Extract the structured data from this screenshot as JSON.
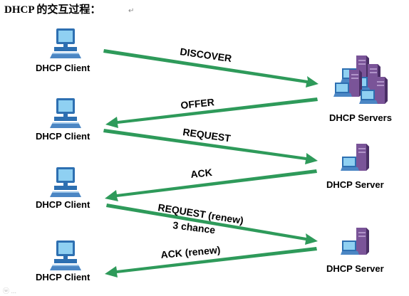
{
  "title": "DHCP 的交互过程：",
  "title_mark": "↵",
  "watermark": "ⓦ ...",
  "clients": [
    {
      "label": "DHCP Client"
    },
    {
      "label": "DHCP Client"
    },
    {
      "label": "DHCP Client"
    },
    {
      "label": "DHCP Client"
    }
  ],
  "servers": [
    {
      "label": "DHCP Servers",
      "icon": "server-cluster-icon"
    },
    {
      "label": "DHCP Server",
      "icon": "server-icon"
    },
    {
      "label": "DHCP Server",
      "icon": "server-icon"
    }
  ],
  "messages": [
    {
      "label": "DISCOVER",
      "direction": "client-to-server"
    },
    {
      "label": "OFFER",
      "direction": "server-to-client"
    },
    {
      "label": "REQUEST",
      "direction": "client-to-server"
    },
    {
      "label": "ACK",
      "direction": "server-to-client"
    },
    {
      "label": "REQUEST (renew)",
      "sublabel": "3 chance",
      "direction": "client-to-server"
    },
    {
      "label": "ACK (renew)",
      "direction": "server-to-client"
    }
  ],
  "colors": {
    "arrow": "#2e9a5a",
    "computer_body": "#2d6fb1",
    "computer_screen": "#8fd0f2",
    "server_body": "#5e3d7d",
    "server_front": "#7a5498"
  }
}
